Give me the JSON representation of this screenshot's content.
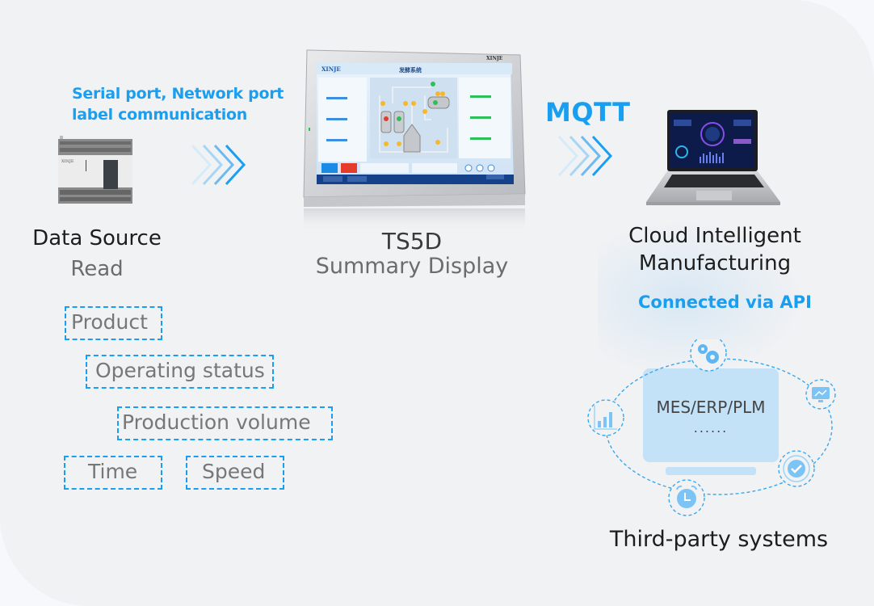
{
  "source": {
    "comm_label_line1": "Serial port, Network port",
    "comm_label_line2": "label communication",
    "device_brand": "XINJE",
    "title": "Data Source",
    "subtitle": "Read",
    "tags": [
      "Product",
      "Operating status",
      "Production volume",
      "Time",
      "Speed"
    ]
  },
  "hmi": {
    "brand": "XINJE",
    "screen_title": "发酵系统",
    "title": "TS5D",
    "subtitle": "Summary Display"
  },
  "cloud": {
    "protocol": "MQTT",
    "title_line1": "Cloud Intelligent",
    "title_line2": "Manufacturing",
    "api_label": "Connected via API"
  },
  "third_party": {
    "systems_label": "MES/ERP/PLM",
    "ellipsis": "......",
    "title": "Third-party systems",
    "icons": [
      "gears-icon",
      "monitor-chart-icon",
      "check-icon",
      "clock-icon",
      "bar-chart-icon"
    ]
  },
  "colors": {
    "accent": "#1a9ff0",
    "panel_bg": "#f1f2f4",
    "light_blue": "#c3e2f8",
    "icon_blue": "#7cc4f6"
  }
}
